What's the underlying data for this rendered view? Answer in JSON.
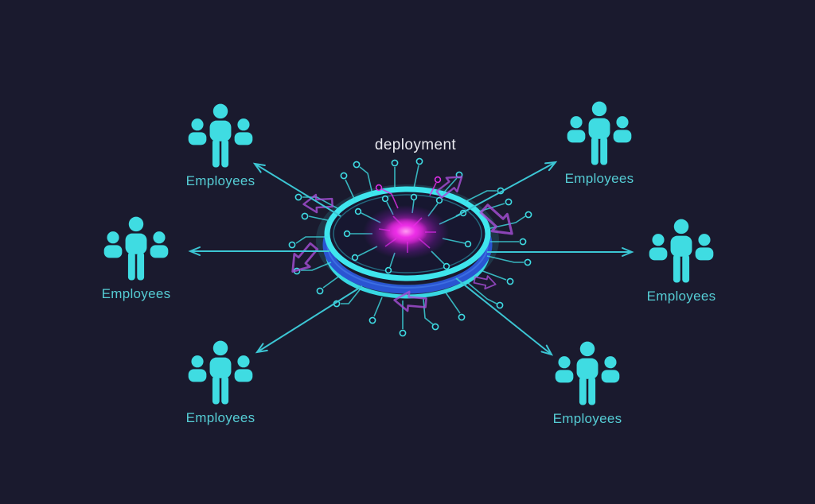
{
  "title": {
    "text": "deployment"
  },
  "hub": {
    "name": "deployment hub",
    "description": "circuit-board platform disk with glowing magenta core"
  },
  "groups": [
    {
      "id": "top-left",
      "label": "Employees",
      "icon": "employees-icon"
    },
    {
      "id": "top-right",
      "label": "Employees",
      "icon": "employees-icon"
    },
    {
      "id": "mid-left",
      "label": "Employees",
      "icon": "employees-icon"
    },
    {
      "id": "mid-right",
      "label": "Employees",
      "icon": "employees-icon"
    },
    {
      "id": "bottom-left",
      "label": "Employees",
      "icon": "employees-icon"
    },
    {
      "id": "bottom-right",
      "label": "Employees",
      "icon": "employees-icon"
    }
  ],
  "colors": {
    "background": "#1a1a2e",
    "accent_cyan": "#3fdce2",
    "connector_cyan": "#3cc6d4",
    "accent_magenta": "#d92ee0",
    "arrow_purple": "#a84fd8",
    "band_blue": "#2a55d2",
    "label_cyan": "#55ccd4",
    "title_text": "#e8e8ee"
  }
}
